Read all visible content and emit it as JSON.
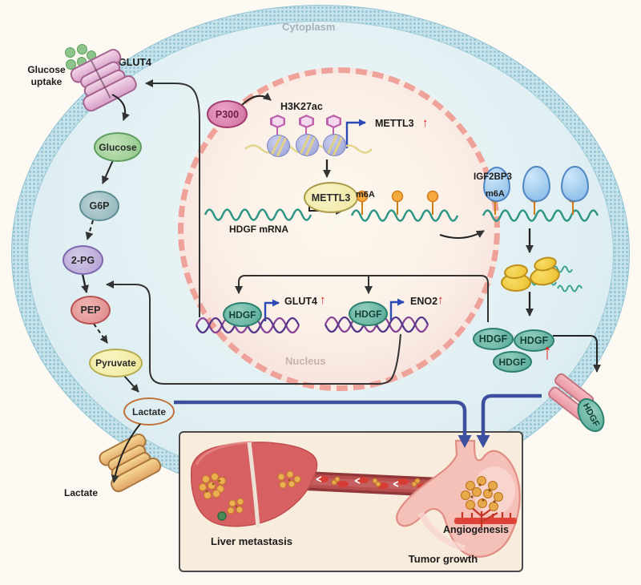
{
  "figure": {
    "cytoplasm_label": "Cytoplasm",
    "nucleus_label": "Nucleus"
  },
  "uptake": {
    "caption": "Glucose uptake",
    "transporter": "GLUT4"
  },
  "glycolysis": {
    "glucose": "Glucose",
    "g6p": "G6P",
    "pg": "2-PG",
    "pep": "PEP",
    "pyruvate": "Pyruvate",
    "lactate": "Lactate",
    "exported": "Lactate"
  },
  "chromatin": {
    "writer": "P300",
    "mark": "H3K27ac"
  },
  "m6a_pathway": {
    "transcript": "METTL3",
    "enzyme": "METTL3",
    "mark_nuclear": "m6A",
    "mrna": "HDGF mRNA",
    "reader": "IGF2BP3",
    "mark_cyto": "m6A"
  },
  "transcription": {
    "tf": "HDGF",
    "targets": {
      "glut4": "GLUT4",
      "eno2": "ENO2"
    }
  },
  "hdgf_protein": {
    "label": "HDGF"
  },
  "panel": {
    "liver": "Liver metastasis",
    "angiogenesis": "Angiogenesis",
    "tumor": "Tumor growth"
  },
  "icons": {
    "up_arrow": "↑"
  },
  "colors": {
    "hdgf_teal": "#55a996",
    "m6a_orange": "#f6a93d",
    "mrna_teal": "#2f9585",
    "transcription_blue": "#2b49b5",
    "pathway_blue": "#3c4f9e",
    "up_red": "#e51c1c",
    "nucleus_border_pink": "#efa29a",
    "membrane_blue": "#c6e2eb",
    "dna_purple": "#8a4496",
    "histone_dna_yellow": "#e3d48c",
    "panel_bg": "#f8ecdd",
    "liver_red": "#d66062",
    "stomach_pink": "#f4c0b8",
    "vessel_red": "#93383a"
  }
}
